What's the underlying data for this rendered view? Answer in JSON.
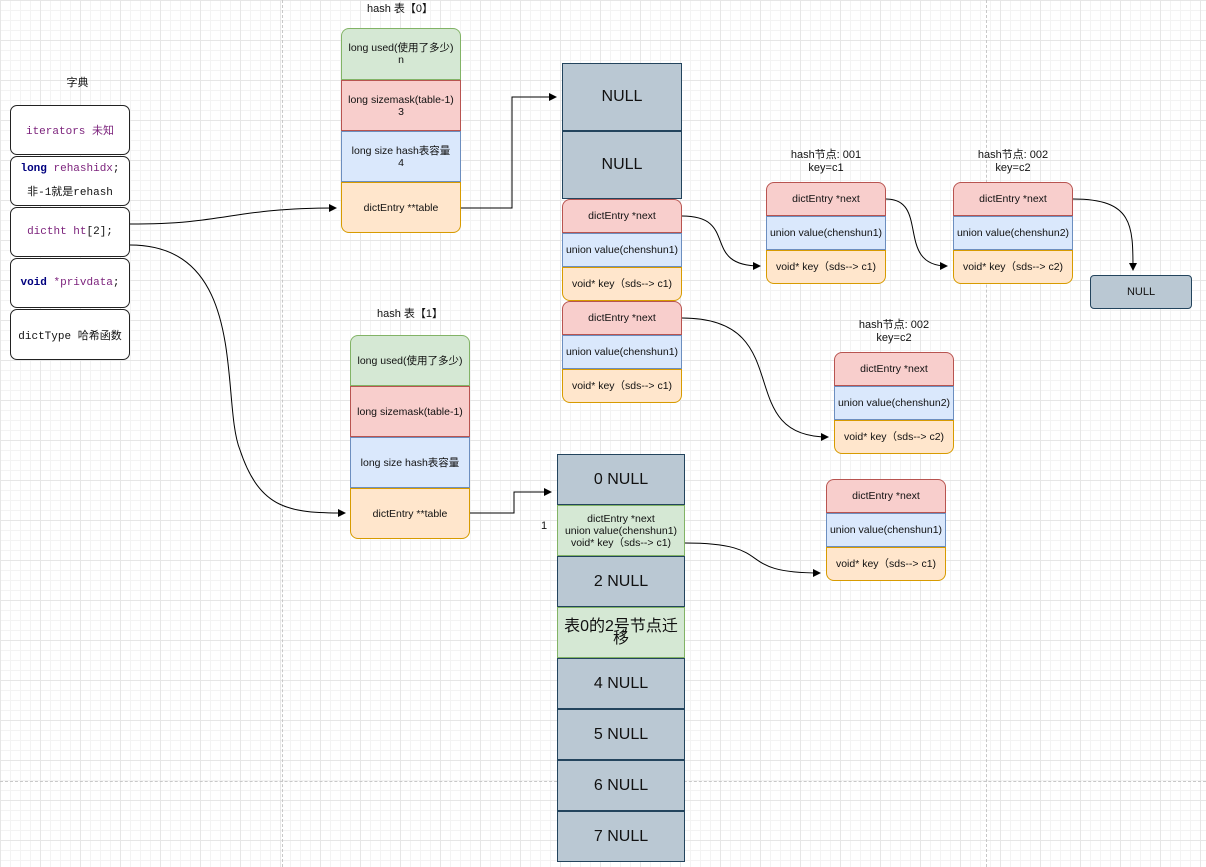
{
  "dict": {
    "title": "字典",
    "iterators": {
      "prefix": "iterators",
      "suffix": " 未知"
    },
    "rehashidx": {
      "type": "long",
      "name": " rehashidx",
      "semi": ";",
      "note": "非-1就是rehash"
    },
    "ht": {
      "name": "dictht ht",
      "index": "[2];"
    },
    "privdata": {
      "type": "void",
      "name": " *privdata",
      "semi": ";"
    },
    "dicttype": "dictType 哈希函数"
  },
  "ht0": {
    "title": "hash 表【0】",
    "used": "long used(使用了多少)\nn",
    "sizemask": "long sizemask(table-1)\n3",
    "size": "long size hash表容量\n4",
    "table": "dictEntry **table",
    "buckets": [
      "NULL",
      "NULL"
    ],
    "entry_a": [
      "dictEntry *next",
      "union value(chenshun1)",
      "void* key（sds--> c1)"
    ],
    "entry_b": [
      "dictEntry *next",
      "union value(chenshun1)",
      "void* key（sds--> c1)"
    ]
  },
  "node001": {
    "title": "hash节点: 001\nkey=c1",
    "fields": [
      "dictEntry *next",
      "union value(chenshun1)",
      "void* key（sds--> c1)"
    ]
  },
  "node002": {
    "title": "hash节点: 002\nkey=c2",
    "fields": [
      "dictEntry *next",
      "union value(chenshun2)",
      "void* key（sds--> c2)"
    ]
  },
  "null_box": "NULL",
  "node002b": {
    "title": "hash节点: 002\nkey=c2",
    "fields": [
      "dictEntry *next",
      "union value(chenshun2)",
      "void* key（sds--> c2)"
    ]
  },
  "ht1": {
    "title": "hash 表【1】",
    "used": "long used(使用了多少)",
    "sizemask": "long sizemask(table-1)",
    "size": "long size hash表容量",
    "table": "dictEntry **table",
    "index_label": "1",
    "buckets": [
      "0 NULL",
      "dictEntry *next\nunion value(chenshun1)\nvoid* key（sds--> c1)",
      "2 NULL",
      "表0的2号节点迁移",
      "4 NULL",
      "5 NULL",
      "6 NULL",
      "7 NULL"
    ]
  },
  "migrated": {
    "fields": [
      "dictEntry *next",
      "union value(chenshun1)",
      "void* key（sds--> c1)"
    ]
  }
}
